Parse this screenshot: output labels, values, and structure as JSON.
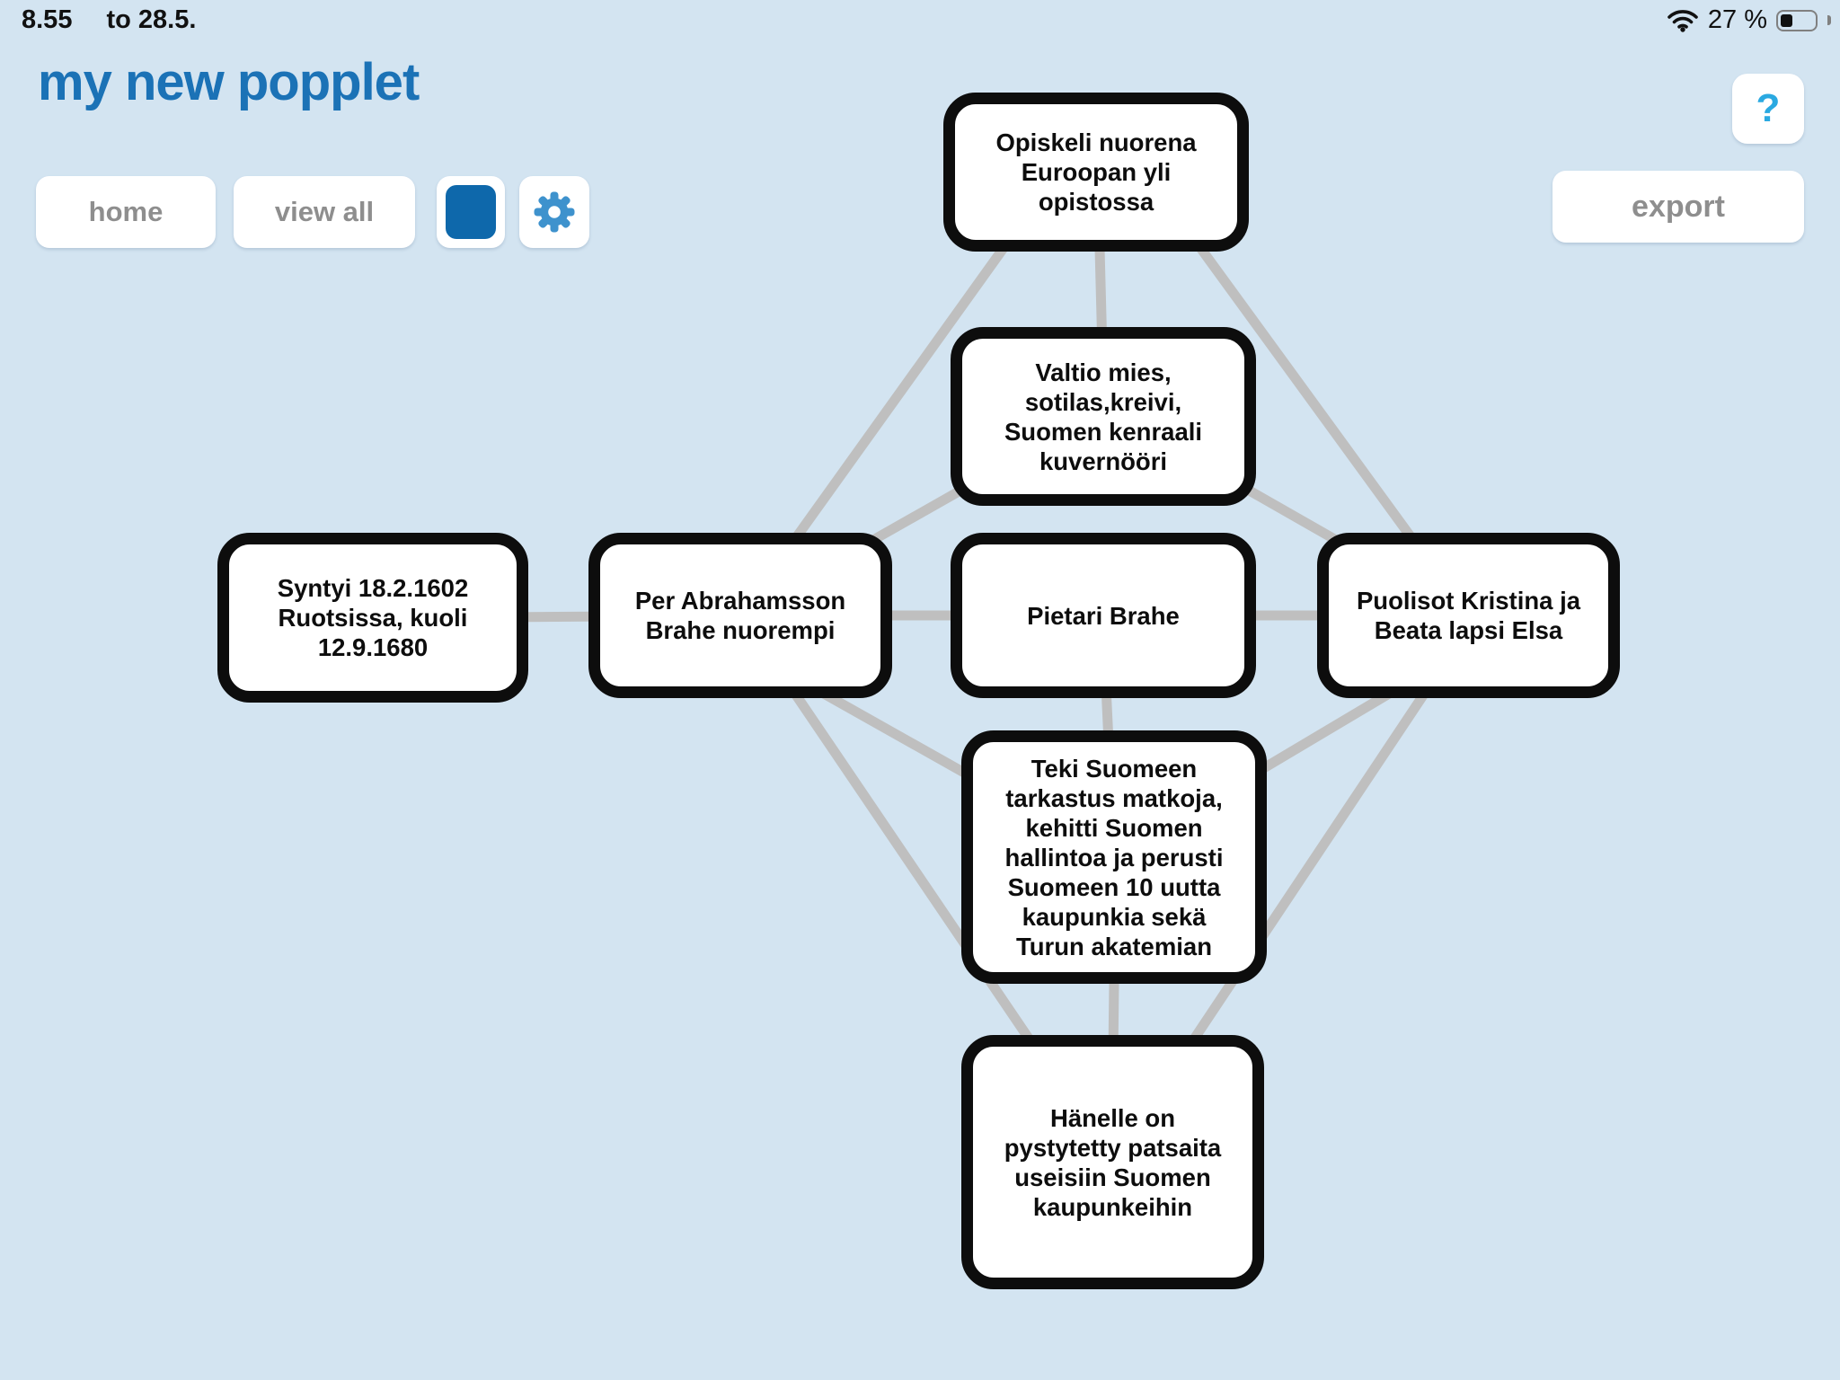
{
  "status_bar": {
    "time": "8.55",
    "date": "to 28.5.",
    "battery_percent": "27 %",
    "battery_level": 0.27
  },
  "header": {
    "title": "my new popplet"
  },
  "toolbar": {
    "home_label": "home",
    "view_all_label": "view all",
    "color_swatch_color": "#0e68ab",
    "settings_icon": "gear-icon"
  },
  "help_button_label": "?",
  "export_label": "export",
  "colors": {
    "background": "#d3e4f1",
    "title_blue": "#1b72b6",
    "swatch_blue": "#0e68ab",
    "gear_blue": "#3e92cd",
    "help_blue": "#2aa9e1",
    "connector_gray": "#bfbfbf",
    "node_border": "#0d0d0d"
  },
  "diagram": {
    "nodes": [
      {
        "id": "opiskeli",
        "text": "Opiskeli nuorena\nEuroopan yli\nopistossa"
      },
      {
        "id": "valtio",
        "text": "Valtio mies,\nsotilas,kreivi,\nSuomen kenraali\nkuvernööri"
      },
      {
        "id": "syntyi",
        "text": "Syntyi 18.2.1602\nRuotsissa, kuoli\n12.9.1680"
      },
      {
        "id": "per",
        "text": "Per Abrahamsson\nBrahe nuorempi"
      },
      {
        "id": "pietari",
        "text": "Pietari Brahe"
      },
      {
        "id": "puolisot",
        "text": "Puolisot Kristina ja\nBeata lapsi Elsa"
      },
      {
        "id": "teki",
        "text": "Teki Suomeen\ntarkastus matkoja,\nkehitti Suomen\nhallintoa ja perusti\nSuomeen 10 uutta\nkaupunkia sekä\nTurun akatemian"
      },
      {
        "id": "hanelle",
        "text": "Hänelle on\npystytetty patsaita\nuseisiin Suomen\nkaupunkeihin"
      }
    ],
    "edges": [
      [
        "opiskeli",
        "valtio"
      ],
      [
        "opiskeli",
        "per"
      ],
      [
        "opiskeli",
        "puolisot"
      ],
      [
        "valtio",
        "per"
      ],
      [
        "valtio",
        "puolisot"
      ],
      [
        "syntyi",
        "per"
      ],
      [
        "per",
        "pietari"
      ],
      [
        "pietari",
        "puolisot"
      ],
      [
        "pietari",
        "teki"
      ],
      [
        "per",
        "teki"
      ],
      [
        "puolisot",
        "teki"
      ],
      [
        "per",
        "hanelle"
      ],
      [
        "puolisot",
        "hanelle"
      ],
      [
        "teki",
        "hanelle"
      ]
    ]
  }
}
